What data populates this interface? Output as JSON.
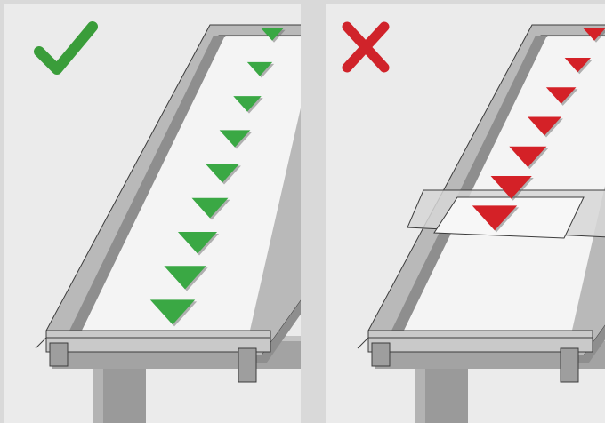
{
  "panels": [
    {
      "id": "correct",
      "verdict_icon": "checkmark-icon",
      "verdict_color": "#3a9d3a",
      "arrow_color": "#3aa844",
      "arrow_count": 9,
      "has_joint": false
    },
    {
      "id": "incorrect",
      "verdict_icon": "cross-icon",
      "verdict_color": "#d0232a",
      "arrow_color": "#d42127",
      "arrow_count": 7,
      "has_joint": true
    }
  ],
  "colors": {
    "background": "#d9d9d9",
    "panel_bg": "#ebebeb",
    "gutter_body": "#b9b9b9",
    "gutter_dark": "#8e8e8e",
    "gutter_edge": "#3c3c3c",
    "sheet": "#f4f4f4",
    "post": "#9a9a9a"
  }
}
